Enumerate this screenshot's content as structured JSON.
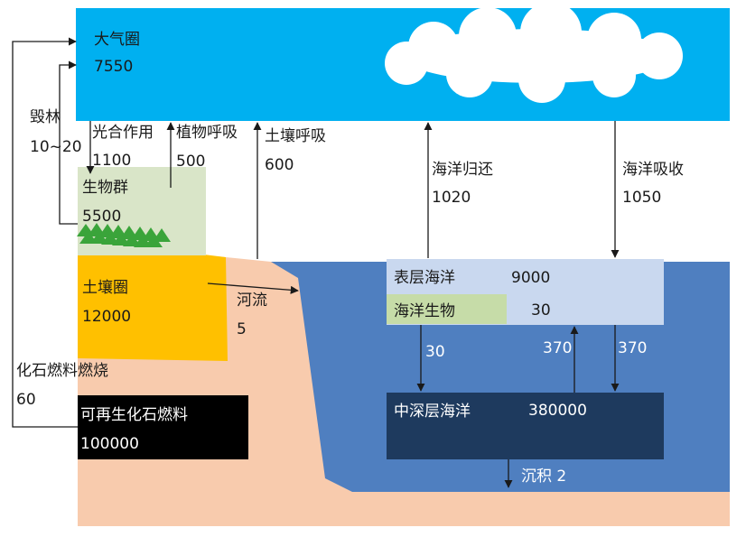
{
  "atmosphere": {
    "name": "大气圈",
    "value": "7550"
  },
  "biomass": {
    "name": "生物群",
    "value": "5500"
  },
  "soil": {
    "name": "土壤圈",
    "value": "12000"
  },
  "fossil": {
    "name": "可再生化石燃料",
    "value": "100000"
  },
  "surface_ocean": {
    "name": "表层海洋",
    "value": "9000"
  },
  "marine_biota": {
    "name": "海洋生物",
    "value": "30"
  },
  "deep_ocean": {
    "name": "中深层海洋",
    "value": "380000"
  },
  "flows": {
    "deforestation": {
      "label": "毁林",
      "value": "10~20"
    },
    "photosynthesis": {
      "label": "光合作用",
      "value": "1100"
    },
    "plant_respiration": {
      "label": "植物呼吸",
      "value": "500"
    },
    "soil_respiration": {
      "label": "土壤呼吸",
      "value": "600"
    },
    "ocean_return": {
      "label": "海洋归还",
      "value": "1020"
    },
    "ocean_uptake": {
      "label": "海洋吸收",
      "value": "1050"
    },
    "river": {
      "label": "河流",
      "value": "5"
    },
    "fossil_burning": {
      "label": "化石燃料燃烧",
      "value": "60"
    },
    "surface_to_deep": {
      "value": "30"
    },
    "deep_to_surface": {
      "value": "370"
    },
    "surface_to_deep_2": {
      "value": "370"
    },
    "sediment": {
      "label": "沉积 2"
    }
  },
  "colors": {
    "sky": "#00b0f0",
    "ocean": "#4f7fc0",
    "land": "#f8cbad",
    "soil": "#ffc000",
    "biomass": "#d9e5c8",
    "surface_ocean_box": "#c9d8ef",
    "marine_biota_box": "#c6dca8",
    "deep_ocean_box": "#1e3a5e",
    "fossil_box": "#000000",
    "trees": "#3aa43a"
  }
}
